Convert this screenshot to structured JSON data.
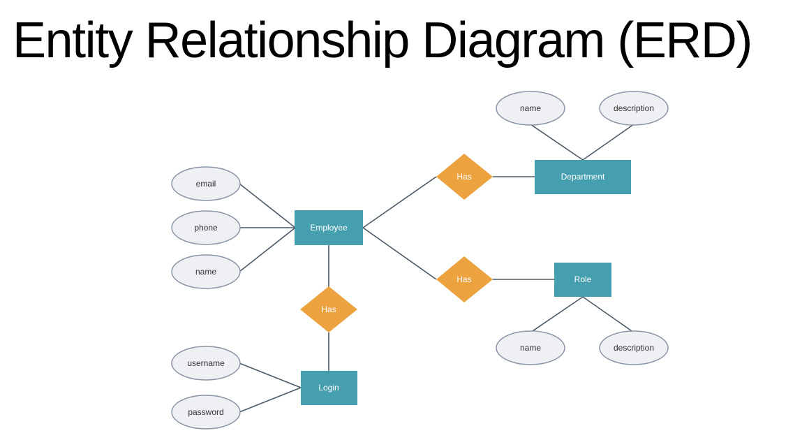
{
  "title": "Entity Relationship Diagram (ERD)",
  "colors": {
    "entity": "#459fae",
    "relationship": "#eba23f",
    "attribute_fill": "#eef0f4",
    "attribute_stroke": "#8a94a6",
    "line": "#4a5a66"
  },
  "entities": {
    "employee": "Employee",
    "department": "Department",
    "role": "Role",
    "login": "Login"
  },
  "relationships": {
    "employee_department": "Has",
    "employee_role": "Has",
    "employee_login": "Has"
  },
  "attributes": {
    "employee": [
      "email",
      "phone",
      "name"
    ],
    "department": [
      "name",
      "description"
    ],
    "role": [
      "name",
      "description"
    ],
    "login": [
      "username",
      "password"
    ]
  }
}
